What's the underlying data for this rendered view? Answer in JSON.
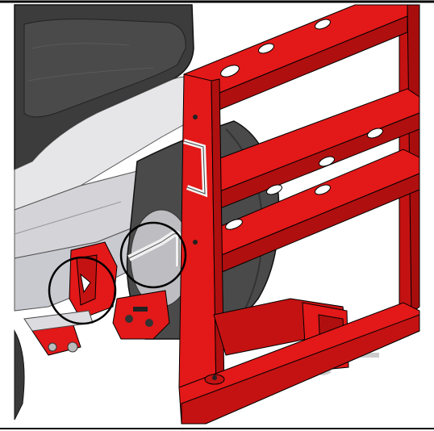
{
  "figure": {
    "kind": "technical-illustration",
    "subject": "red-frame-hitch-assembly",
    "highlight_count": 2,
    "colors": {
      "frame_red": "#e31818",
      "frame_red_dark": "#b00f0f",
      "frame_red_light": "#f24a4a",
      "seat_gray": "#3a3a3a",
      "body_gray": "#d9d9dc",
      "tire_gray": "#4a4a4a",
      "outline": "#000000",
      "background": "#ffffff"
    },
    "callouts": [
      {
        "name": "callout-circle-left",
        "target": "hitch-bracket"
      },
      {
        "name": "callout-circle-right",
        "target": "hitch-pin"
      }
    ]
  }
}
